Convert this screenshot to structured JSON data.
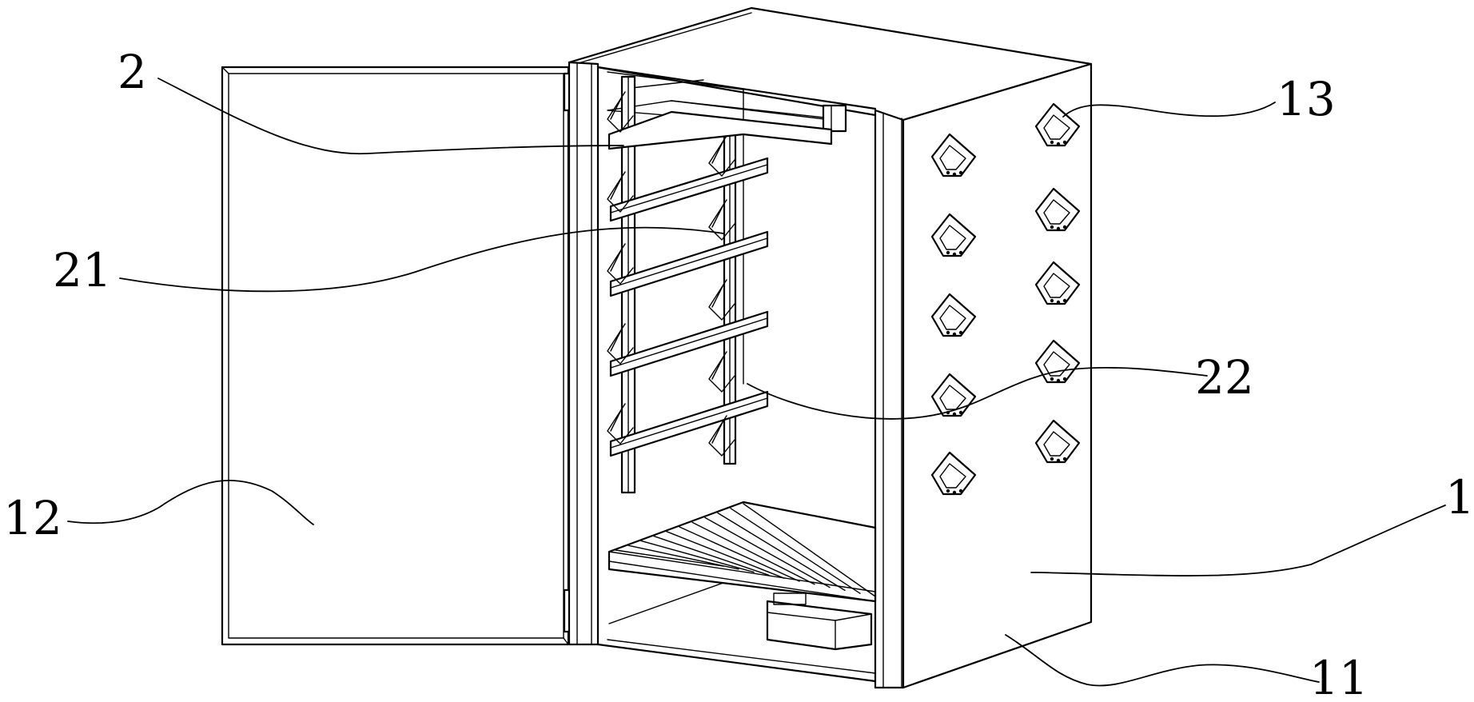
{
  "figure": {
    "labels": {
      "cabinet_body": "1",
      "side_panel": "11",
      "door": "12",
      "vent": "13",
      "rack": "2",
      "rack_rail": "21",
      "rack_bar": "22"
    }
  }
}
